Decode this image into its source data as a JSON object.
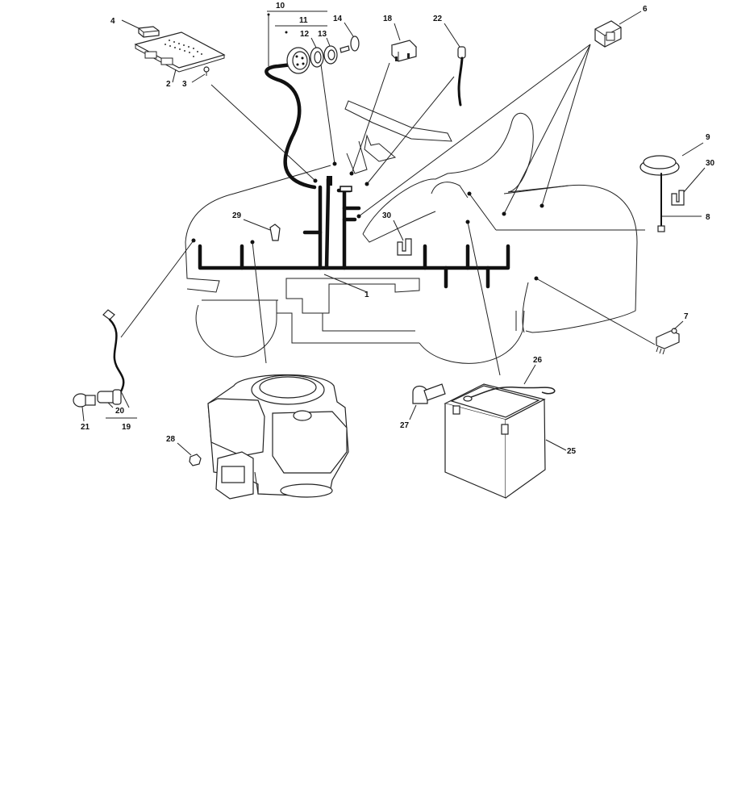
{
  "labels": {
    "p1": "1",
    "p2": "2",
    "p3": "3",
    "p4": "4",
    "p6": "6",
    "p7": "7",
    "p8": "8",
    "p9": "9",
    "p10": "10",
    "p11": "11",
    "p12": "12",
    "p13": "13",
    "p14": "14",
    "p18": "18",
    "p19": "19",
    "p20": "20",
    "p21": "21",
    "p22": "22",
    "p25": "25",
    "p26": "26",
    "p27": "27",
    "p28": "28",
    "p29": "29",
    "p30a": "30",
    "p30b": "30"
  }
}
